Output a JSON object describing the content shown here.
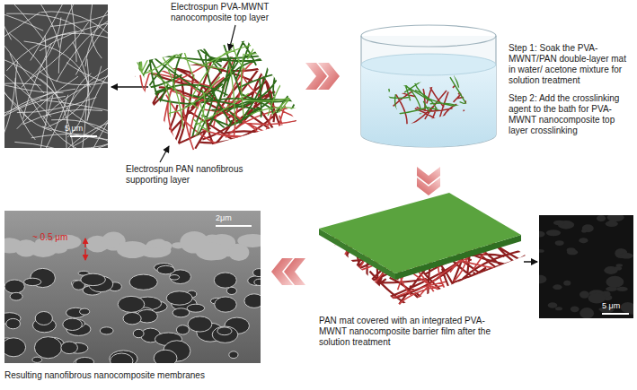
{
  "diagram": {
    "labels": [
      "5 μm",
      "Electrospun PVA-MWNT nanocomposite top layer",
      "Electrospun PAN nanofibrous supporting layer",
      "Step 1: Soak the PVA-MWNT/PAN double-layer mat in water/ acetone mixture for solution treatment",
      "Step 2: Add the crosslinking agent to the bath for PVA-MWNT nanocomposite top layer crosslinking",
      "2μm",
      "~ 0.5 μm",
      "5 μm",
      "PAN mat covered with an integrated PVA-MWNT nanocomposite barrier film after the solution treatment",
      "Resulting nanofibrous nanocomposite membranes"
    ]
  }
}
